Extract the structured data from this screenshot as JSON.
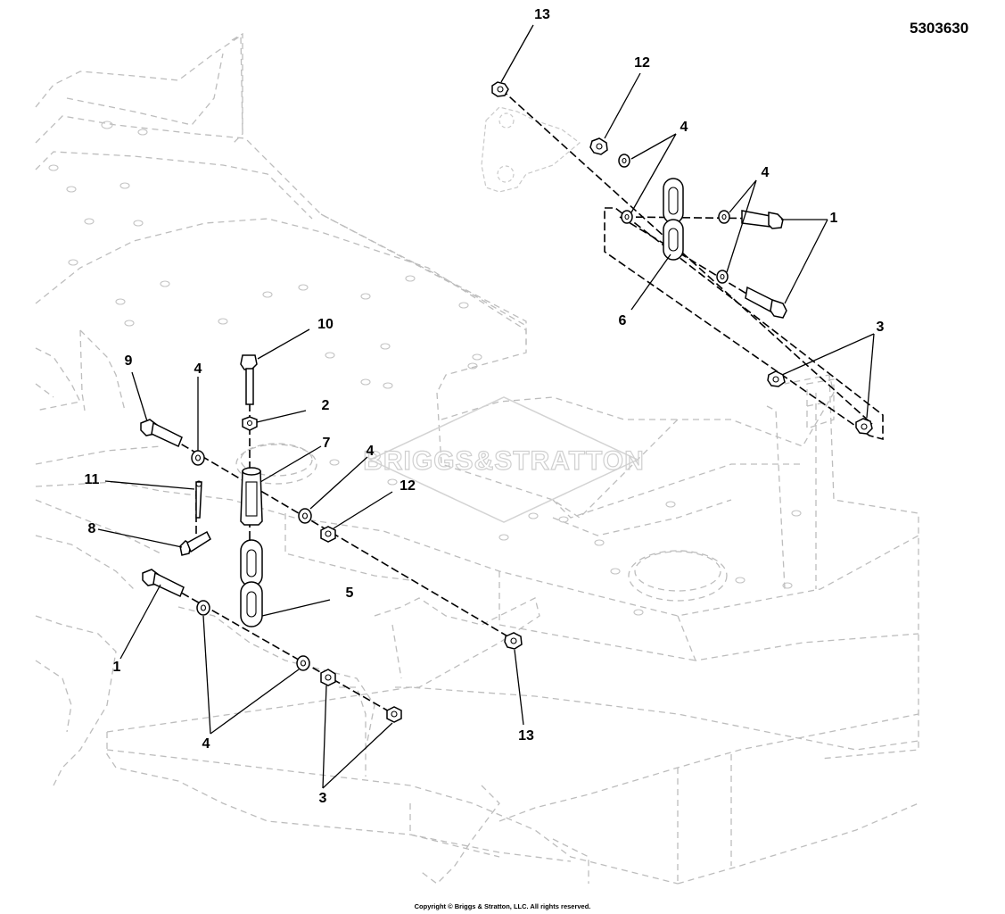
{
  "document": {
    "number": "5303630",
    "copyright": "Copyright © Briggs & Stratton, LLC. All rights reserved.",
    "watermark": "BRIGGS&STRATTON"
  },
  "callouts": {
    "c13_top": "13",
    "c12_top": "12",
    "c4_a": "4",
    "c4_b": "4",
    "c1_right": "1",
    "c6": "6",
    "c3_right": "3",
    "c10": "10",
    "c2": "2",
    "c9": "9",
    "c4_c": "4",
    "c7": "7",
    "c4_d": "4",
    "c12_mid": "12",
    "c11": "11",
    "c8": "8",
    "c5": "5",
    "c1_left": "1",
    "c4_bottom": "4",
    "c3_bottom": "3",
    "c13_bottom": "13"
  }
}
